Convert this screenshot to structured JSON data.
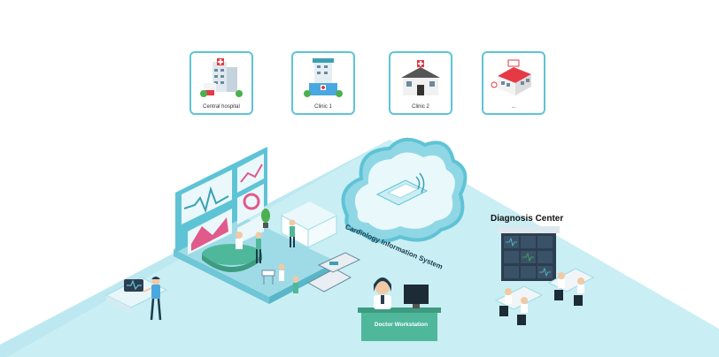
{
  "facilities": [
    {
      "label": "Central hospital",
      "icon": "central-hospital-icon"
    },
    {
      "label": "Clinic 1",
      "icon": "clinic-1-icon"
    },
    {
      "label": "Clinic 2",
      "icon": "clinic-2-icon"
    },
    {
      "label": "...",
      "icon": "hospital-icon"
    }
  ],
  "cloud": {
    "label": "Cardiology Information System"
  },
  "diagnosis_center": {
    "label": "Diagnosis Center"
  },
  "doctor_workstation": {
    "label": "Doctor Workstation"
  },
  "colors": {
    "accent": "#5fc3d6",
    "floor": "#c9eef4",
    "dark_teal": "#3aa1b3",
    "green_panel": "#4fb89a"
  }
}
